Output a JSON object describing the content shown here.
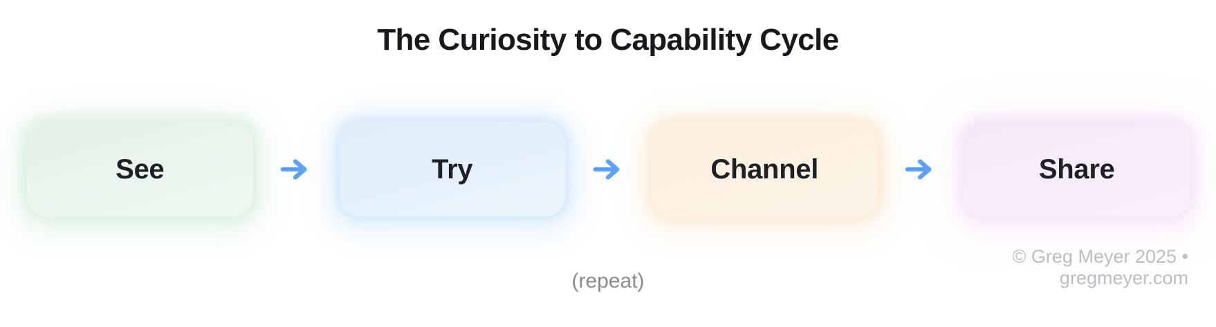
{
  "title": "The Curiosity to Capability Cycle",
  "diagram": {
    "steps": [
      {
        "label": "See",
        "fill": "#e6f1e9",
        "fill_light": "#eff7f1",
        "glow": "rgba(216, 238, 222, 0.9)",
        "glow_soft": "rgba(225, 243, 230, 0.55)"
      },
      {
        "label": "Try",
        "fill": "#e0edf9",
        "fill_light": "#eaf4fc",
        "glow": "rgba(207, 229, 250, 0.9)",
        "glow_soft": "rgba(217, 236, 252, 0.55)"
      },
      {
        "label": "Channel",
        "fill": "#fbeedc",
        "fill_light": "#fdf4e8",
        "glow": "rgba(251, 233, 208, 0.9)",
        "glow_soft": "rgba(252, 239, 221, 0.55)"
      },
      {
        "label": "Share",
        "fill": "#f5e8f8",
        "fill_light": "#f9f0fb",
        "glow": "rgba(243, 224, 247, 0.9)",
        "glow_soft": "rgba(247, 232, 250, 0.55)"
      }
    ],
    "arrow_color": "#58a0f7",
    "repeat_label": "(repeat)"
  },
  "footer": {
    "credit": "© Greg Meyer 2025 • gregmeyer.com"
  }
}
